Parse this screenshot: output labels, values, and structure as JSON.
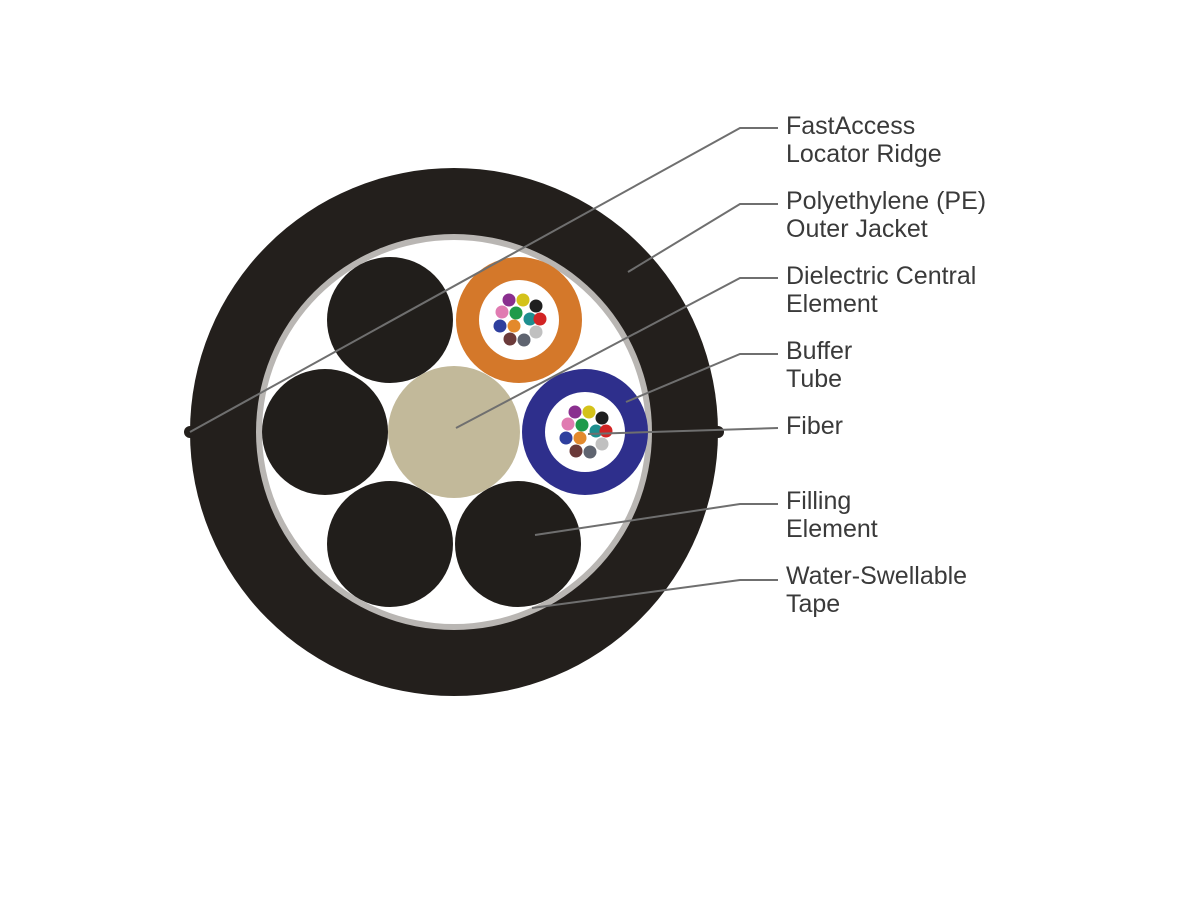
{
  "colors": {
    "jacket": "#231f1c",
    "tape": "#b9b6b3",
    "interior": "#ffffff",
    "central_element": "#c2b99a",
    "buffer_tube_orange": "#d4782a",
    "buffer_tube_blue": "#2e2f8c",
    "filling_element": "#211e1b",
    "leader_line": "#6f6f6f",
    "label_text": "#3a3a3a"
  },
  "fiber_colors": [
    "#8a2f8f",
    "#d4c21a",
    "#1f1f1f",
    "#e07bb1",
    "#1f9a4a",
    "#1e8f8f",
    "#2e3f9e",
    "#e3892c",
    "#d22424",
    "#6b3a3a",
    "#c0c0c0",
    "#5f6470"
  ],
  "labels": [
    {
      "name": "locator-ridge",
      "lines": [
        "FastAccess",
        "Locator Ridge"
      ]
    },
    {
      "name": "outer-jacket",
      "lines": [
        "Polyethylene (PE)",
        "Outer Jacket"
      ]
    },
    {
      "name": "central-element",
      "lines": [
        "Dielectric Central",
        "Element"
      ]
    },
    {
      "name": "buffer-tube",
      "lines": [
        "Buffer",
        "Tube"
      ]
    },
    {
      "name": "fiber",
      "lines": [
        "Fiber"
      ]
    },
    {
      "name": "filling-element",
      "lines": [
        "Filling",
        "Element"
      ]
    },
    {
      "name": "water-swellable-tape",
      "lines": [
        "Water-Swellable",
        "Tape"
      ]
    }
  ]
}
